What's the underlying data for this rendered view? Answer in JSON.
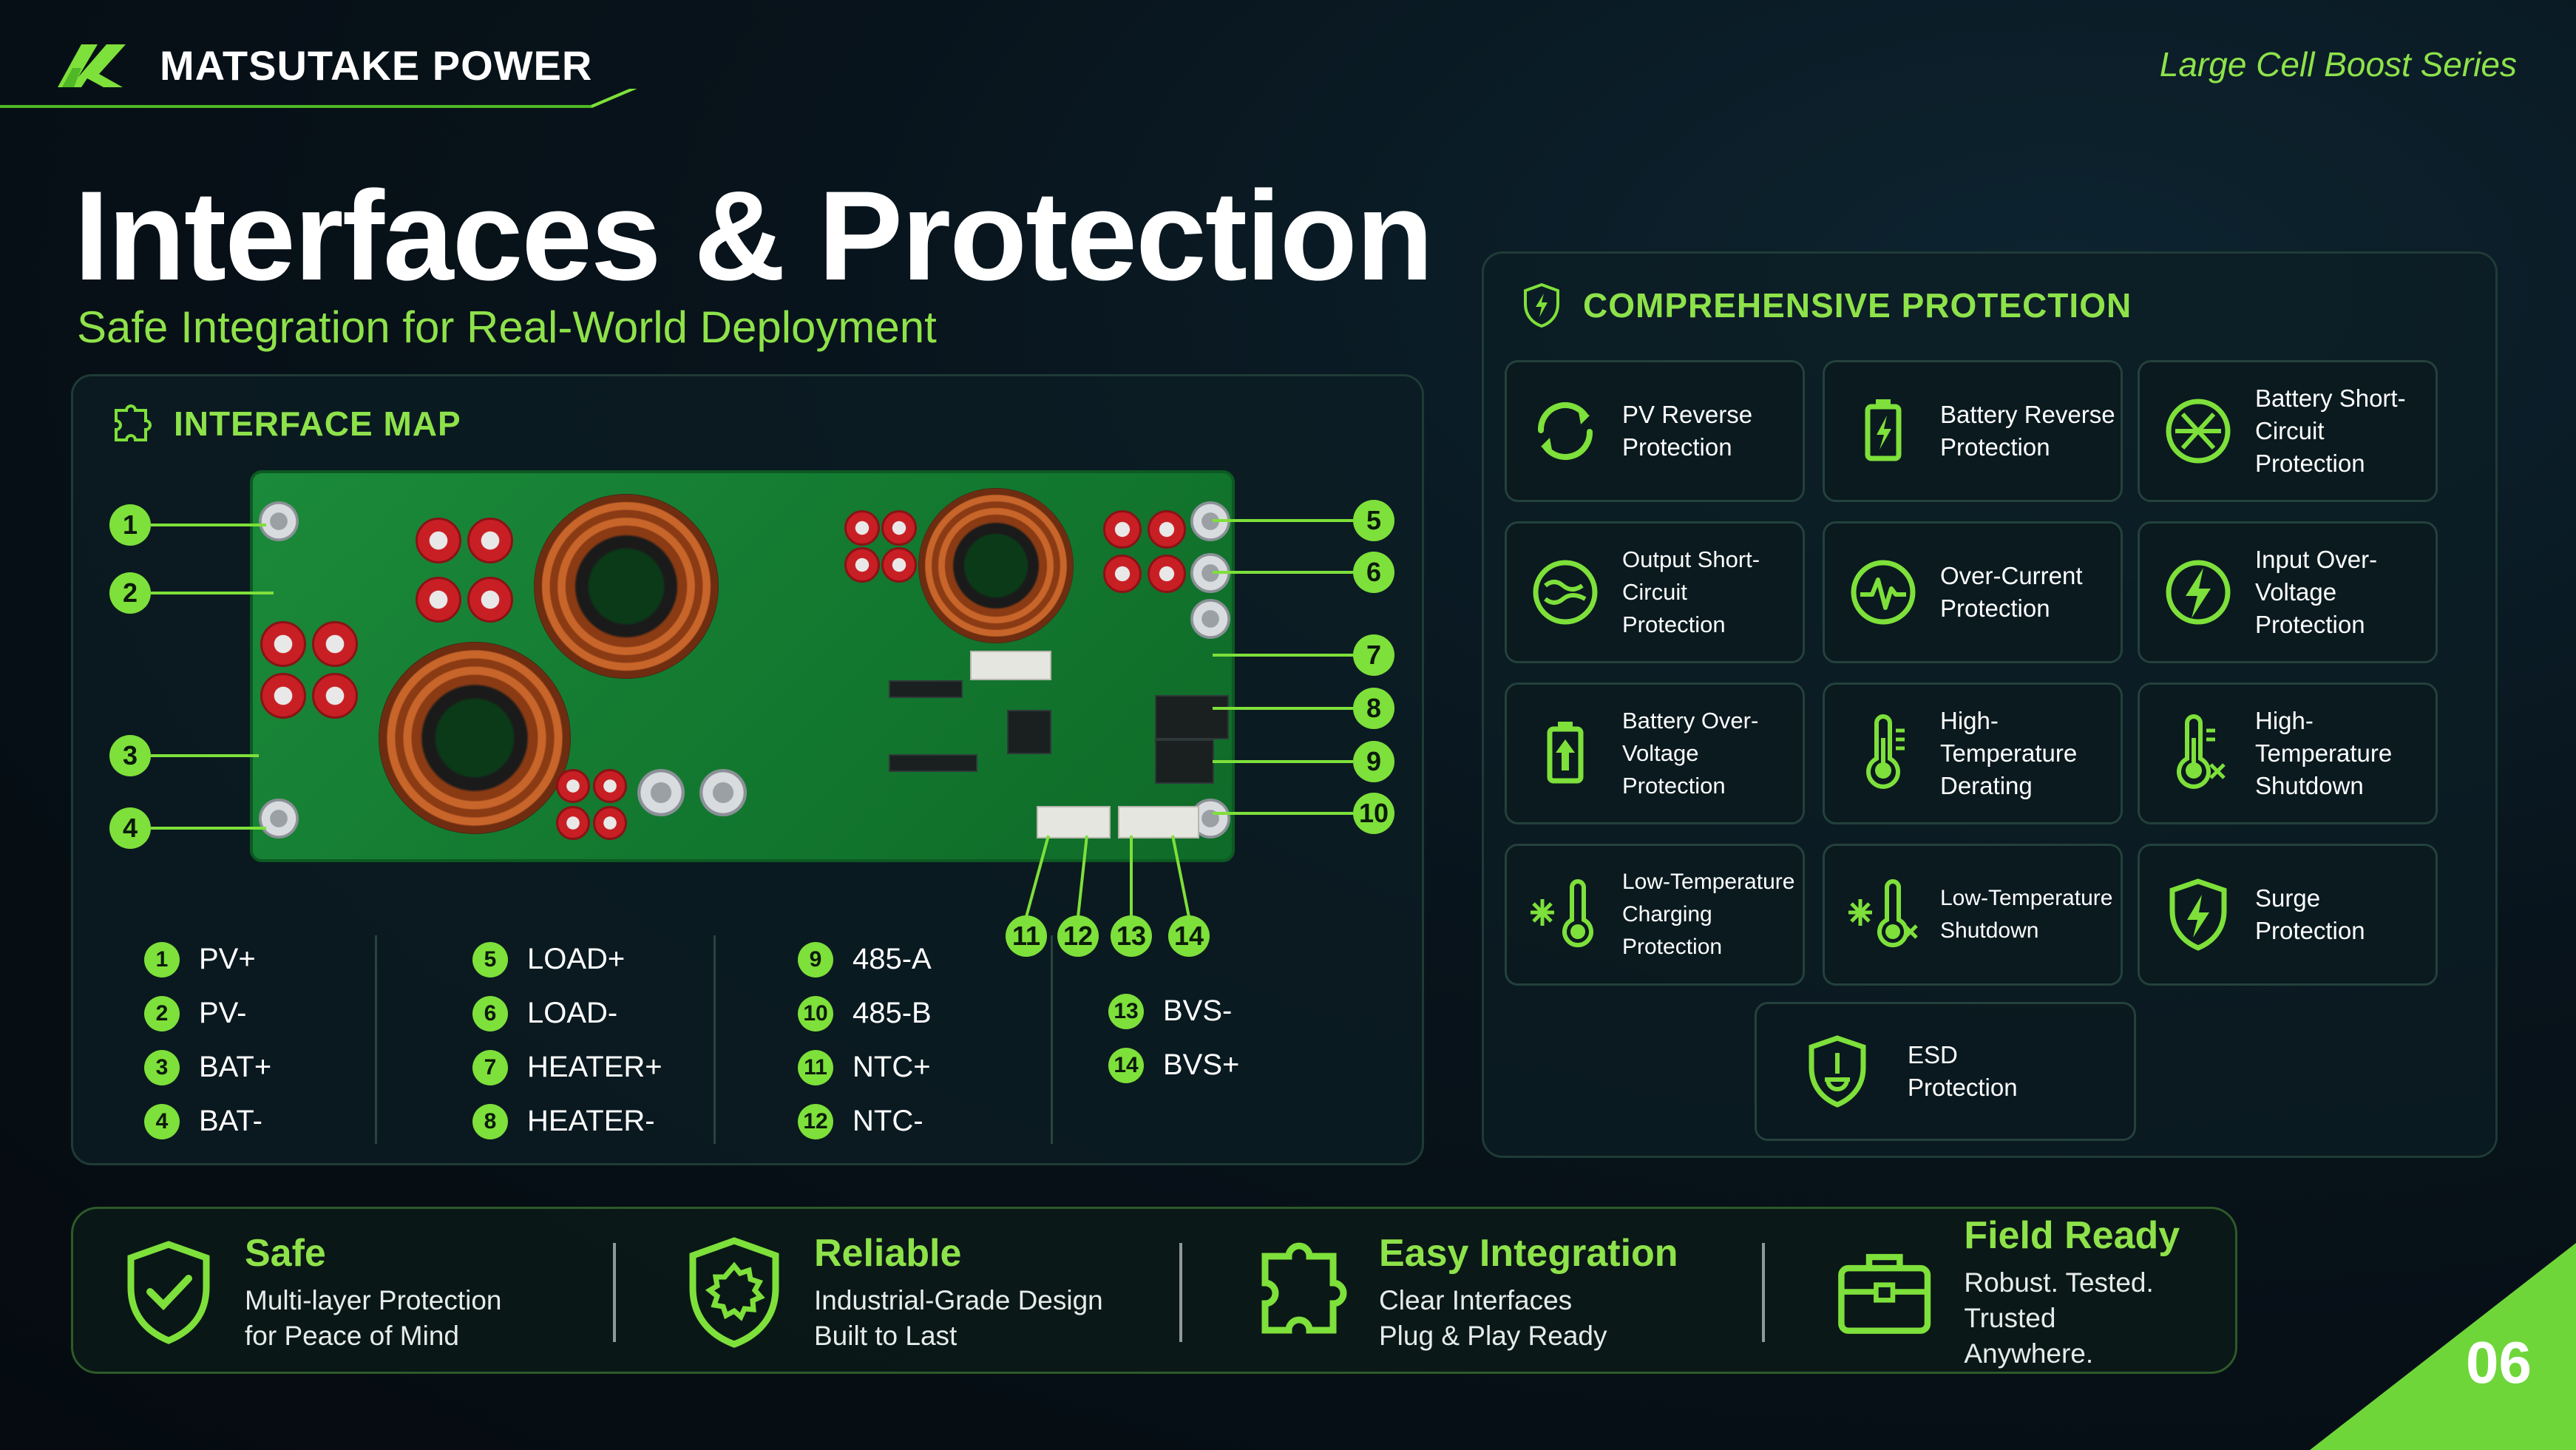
{
  "header": {
    "brand": "MATSUTAKE POWER",
    "series": "Large Cell Boost Series"
  },
  "title": "Interfaces & Protection",
  "subtitle": "Safe Integration for Real-World Deployment",
  "interface_map": {
    "heading": "INTERFACE MAP",
    "markers": [
      "1",
      "2",
      "3",
      "4",
      "5",
      "6",
      "7",
      "8",
      "9",
      "10",
      "11",
      "12",
      "13",
      "14"
    ],
    "legend": [
      [
        {
          "num": "1",
          "label": "PV+"
        },
        {
          "num": "2",
          "label": "PV-"
        },
        {
          "num": "3",
          "label": "BAT+"
        },
        {
          "num": "4",
          "label": "BAT-"
        }
      ],
      [
        {
          "num": "5",
          "label": "LOAD+"
        },
        {
          "num": "6",
          "label": "LOAD-"
        },
        {
          "num": "7",
          "label": "HEATER+"
        },
        {
          "num": "8",
          "label": "HEATER-"
        }
      ],
      [
        {
          "num": "9",
          "label": "485-A"
        },
        {
          "num": "10",
          "label": "485-B"
        },
        {
          "num": "11",
          "label": "NTC+"
        },
        {
          "num": "12",
          "label": "NTC-"
        }
      ],
      [
        {
          "num": "13",
          "label": "BVS-"
        },
        {
          "num": "14",
          "label": "BVS+"
        }
      ]
    ]
  },
  "protection": {
    "heading": "COMPREHENSIVE PROTECTION",
    "cards": [
      {
        "line1": "PV Reverse",
        "line2": "Protection",
        "icon": "reverse-arrows-icon"
      },
      {
        "line1": "Battery Reverse",
        "line2": "Protection",
        "icon": "battery-bolt-icon"
      },
      {
        "line1": "Battery Short-Circuit",
        "line2": "Protection",
        "icon": "short-circuit-icon"
      },
      {
        "line1": "Output Short-Circuit",
        "line2": "Protection",
        "icon": "output-short-icon"
      },
      {
        "line1": "Over-Current",
        "line2": "Protection",
        "icon": "pulse-icon"
      },
      {
        "line1": "Input Over-Voltage",
        "line2": "Protection",
        "icon": "lightning-icon"
      },
      {
        "line1": "Battery Over-Voltage",
        "line2": "Protection",
        "icon": "battery-up-icon"
      },
      {
        "line1": "High-Temperature",
        "line2": "Derating",
        "icon": "thermometer-icon"
      },
      {
        "line1": "High-Temperature",
        "line2": "Shutdown",
        "icon": "thermometer-x-icon"
      },
      {
        "line1": "Low-Temperature",
        "line2": "Charging Protection",
        "icon": "snow-thermometer-icon"
      },
      {
        "line1": "Low-Temperature",
        "line2": "Shutdown",
        "icon": "snow-thermometer-x-icon"
      },
      {
        "line1": "Surge",
        "line2": "Protection",
        "icon": "surge-shield-icon"
      },
      {
        "line1": "ESD",
        "line2": "Protection",
        "icon": "esd-shield-icon"
      }
    ]
  },
  "features": [
    {
      "title": "Safe",
      "line1": "Multi-layer Protection",
      "line2": "for Peace of Mind",
      "icon": "shield-check-icon"
    },
    {
      "title": "Reliable",
      "line1": "Industrial-Grade Design",
      "line2": "Built to Last",
      "icon": "shield-gear-icon"
    },
    {
      "title": "Easy Integration",
      "line1": "Clear Interfaces",
      "line2": "Plug & Play Ready",
      "icon": "puzzle-icon"
    },
    {
      "title": "Field Ready",
      "line1": "Robust. Tested. Trusted",
      "line2": "Anywhere.",
      "icon": "toolbox-icon"
    }
  ],
  "page_number": "06",
  "colors": {
    "accent": "#7ee03a",
    "background": "#08131b",
    "board": "#137a30"
  }
}
